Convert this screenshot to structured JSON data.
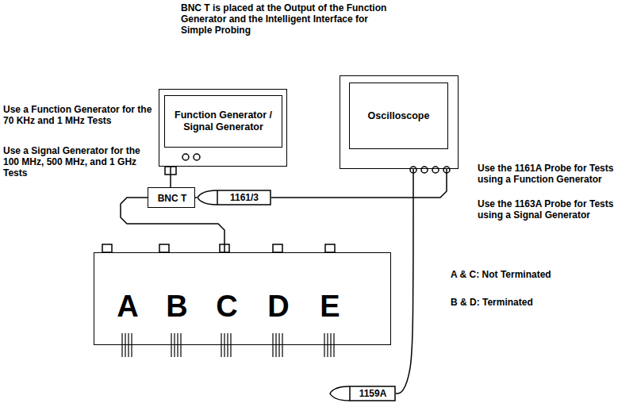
{
  "diagram": {
    "nodes": [
      {
        "text": [
          "Function Generator / Signal Generator"
        ]
      },
      {
        "text": [
          "Oscilloscope"
        ]
      },
      {
        "text": [
          "BNC T"
        ]
      },
      {
        "text": [
          "1161/3"
        ]
      },
      {
        "text": [
          "A",
          "B",
          "C",
          "D",
          "E"
        ]
      },
      {
        "text": [
          "1159A"
        ]
      }
    ],
    "edges": [
      {
        "from": 0,
        "to": 2,
        "arrow": "none"
      },
      {
        "from": 2,
        "to": 4,
        "arrow": "none"
      },
      {
        "from": 2,
        "to": 3,
        "arrow": "none"
      },
      {
        "from": 3,
        "to": 1,
        "arrow": "none"
      },
      {
        "from": 1,
        "to": 5,
        "arrow": "none"
      }
    ],
    "labels": [
      "BNC T is placed at the Output of the Function Generator and the Intelligent Interface for Simple Probing",
      "Use a Function Generator for the 70 KHz and 1 MHz Tests",
      "Use a Signal Generator for the 100 MHz, 500 MHz, and 1 GHz Tests",
      "Use the 1161A Probe for Tests using a Function Generator",
      "Use the 1163A Probe for Tests using a Signal Generator",
      "A & C: Not Terminated",
      "B & D: Terminated"
    ]
  }
}
